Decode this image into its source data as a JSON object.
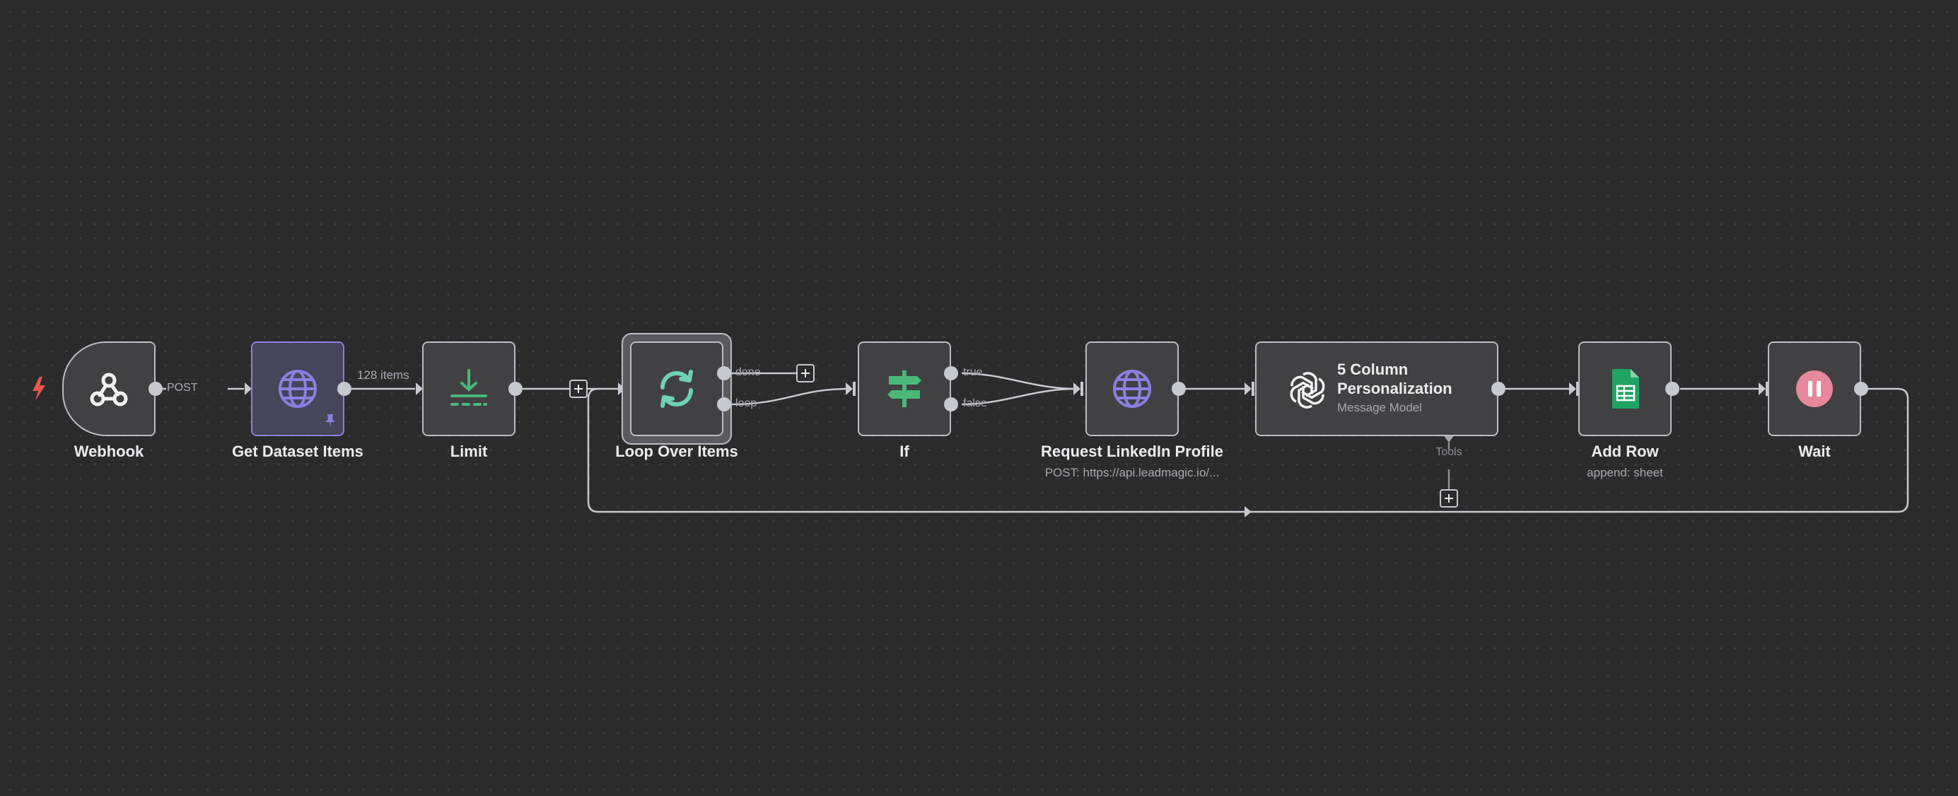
{
  "canvas": {
    "accent_color": "#8c7fe0",
    "edge_color": "#c8c8cf"
  },
  "nodes": {
    "webhook": {
      "label": "Webhook",
      "icon": "webhook-icon"
    },
    "get_dataset_items": {
      "label": "Get Dataset Items",
      "icon": "globe-icon",
      "pinned": true
    },
    "limit": {
      "label": "Limit",
      "icon": "limit-icon"
    },
    "loop_over_items": {
      "label": "Loop Over Items",
      "icon": "loop-icon",
      "selected": true
    },
    "if": {
      "label": "If",
      "icon": "signpost-icon"
    },
    "request_linkedin_profile": {
      "label": "Request LinkedIn Profile",
      "subtitle": "POST: https://api.leadmagic.io/...",
      "icon": "globe-icon"
    },
    "personalization": {
      "title": "5 Column Personalization",
      "subtitle": "Message Model",
      "icon": "openai-icon",
      "tools_label": "Tools"
    },
    "add_row": {
      "label": "Add Row",
      "subtitle": "append: sheet",
      "icon": "google-sheets-icon"
    },
    "wait": {
      "label": "Wait",
      "icon": "pause-icon"
    }
  },
  "edges": {
    "webhook_method": "POST",
    "dataset_item_count": "128 items",
    "loop_done": "done",
    "loop_loop": "loop",
    "if_true": "true",
    "if_false": "false"
  }
}
